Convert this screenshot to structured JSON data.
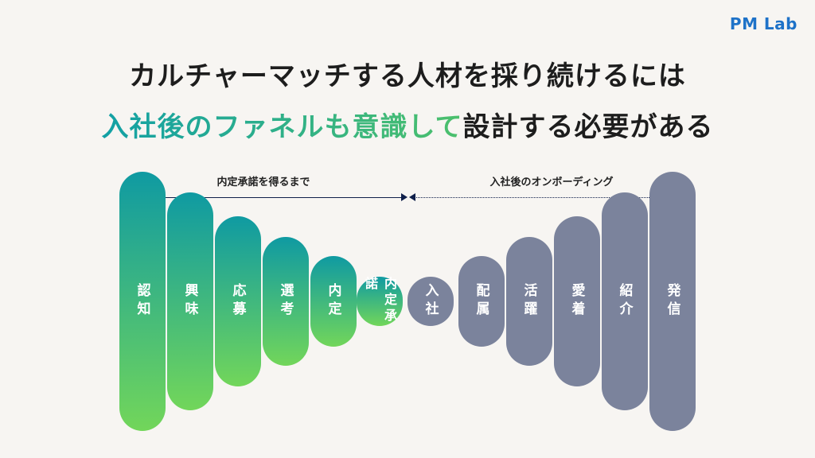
{
  "logo": "PM Lab",
  "headline": {
    "line1": "カルチャーマッチする人材を採り続けるには",
    "line2_highlight": "入社後のファネルも意識して",
    "line2_rest": "設計する必要がある"
  },
  "ranges": {
    "before_offer": "内定承諾を得るまで",
    "after_join": "入社後のオンボーディング"
  },
  "stages": [
    {
      "label": "認知",
      "group": "pre"
    },
    {
      "label": "興味",
      "group": "pre"
    },
    {
      "label": "応募",
      "group": "pre"
    },
    {
      "label": "選考",
      "group": "pre"
    },
    {
      "label": "内定",
      "group": "pre"
    },
    {
      "label": "内定承諾",
      "group": "pre"
    },
    {
      "label": "入社",
      "group": "post"
    },
    {
      "label": "配属",
      "group": "post"
    },
    {
      "label": "活躍",
      "group": "post"
    },
    {
      "label": "愛着",
      "group": "post"
    },
    {
      "label": "紹介",
      "group": "post"
    },
    {
      "label": "発信",
      "group": "post"
    }
  ],
  "colors": {
    "pre_top": "#0f9aa2",
    "pre_bottom": "#72d65a",
    "post": "#7b839c",
    "logo": "#1e72c8"
  }
}
